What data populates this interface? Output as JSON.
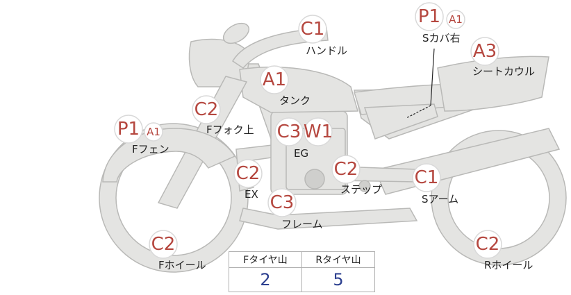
{
  "parts": [
    {
      "id": "handle",
      "grades": [
        "C1"
      ],
      "label": "ハンドル"
    },
    {
      "id": "seat-cover",
      "grades": [
        "P1",
        "A1"
      ],
      "label": "Sカバ右"
    },
    {
      "id": "seat-cowl",
      "grades": [
        "A3"
      ],
      "label": "シートカウル"
    },
    {
      "id": "tank",
      "grades": [
        "A1"
      ],
      "label": "タンク"
    },
    {
      "id": "front-fork",
      "grades": [
        "C2"
      ],
      "label": "Fフォク上"
    },
    {
      "id": "front-fender",
      "grades": [
        "P1",
        "A1"
      ],
      "label": "Fフェン"
    },
    {
      "id": "engine",
      "grades": [
        "C3",
        "W1"
      ],
      "label": "EG"
    },
    {
      "id": "exhaust",
      "grades": [
        "C2"
      ],
      "label": "EX"
    },
    {
      "id": "step",
      "grades": [
        "C2"
      ],
      "label": "ステップ"
    },
    {
      "id": "swing-arm",
      "grades": [
        "C1"
      ],
      "label": "Sアーム"
    },
    {
      "id": "frame",
      "grades": [
        "C3"
      ],
      "label": "フレーム"
    },
    {
      "id": "front-wheel",
      "grades": [
        "C2"
      ],
      "label": "Fホイール"
    },
    {
      "id": "rear-wheel",
      "grades": [
        "C2"
      ],
      "label": "Rホイール"
    }
  ],
  "tire_table": {
    "front_header": "Fタイヤ山",
    "rear_header": "Rタイヤ山",
    "front_value": "2",
    "rear_value": "5"
  },
  "colors": {
    "grade_text": "#b5473f",
    "value_text": "#2c3f8f",
    "part_fill": "#e4e4e2"
  }
}
